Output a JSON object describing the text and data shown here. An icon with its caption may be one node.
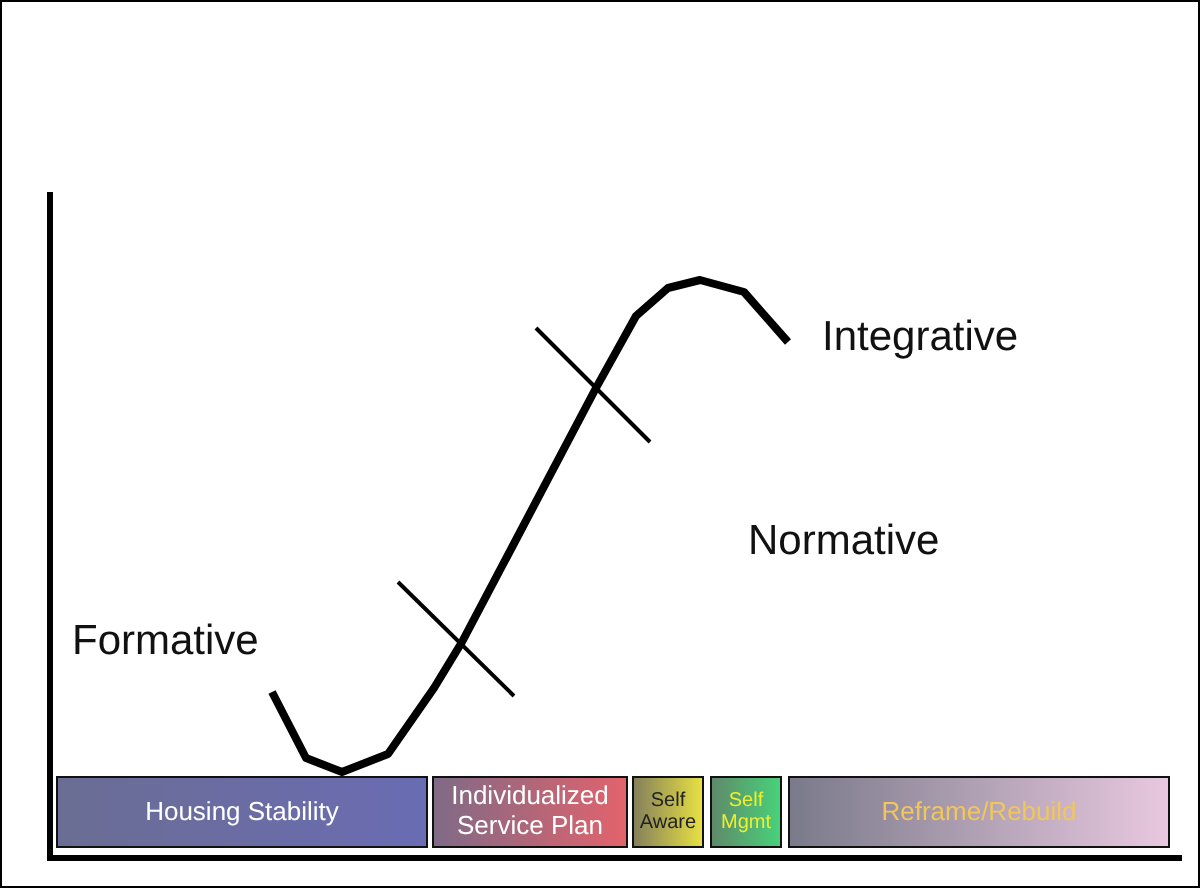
{
  "diagram": {
    "nodes": [
      {
        "text": [
          "Housing Stability"
        ]
      },
      {
        "text": [
          "Individualized Service Plan"
        ]
      },
      {
        "text": [
          "Self Aware"
        ]
      },
      {
        "text": [
          "Self Mgmt"
        ]
      },
      {
        "text": [
          "Reframe/Rebuild"
        ]
      }
    ],
    "labels": [
      "Integrative",
      "Normative",
      "Formative"
    ]
  }
}
